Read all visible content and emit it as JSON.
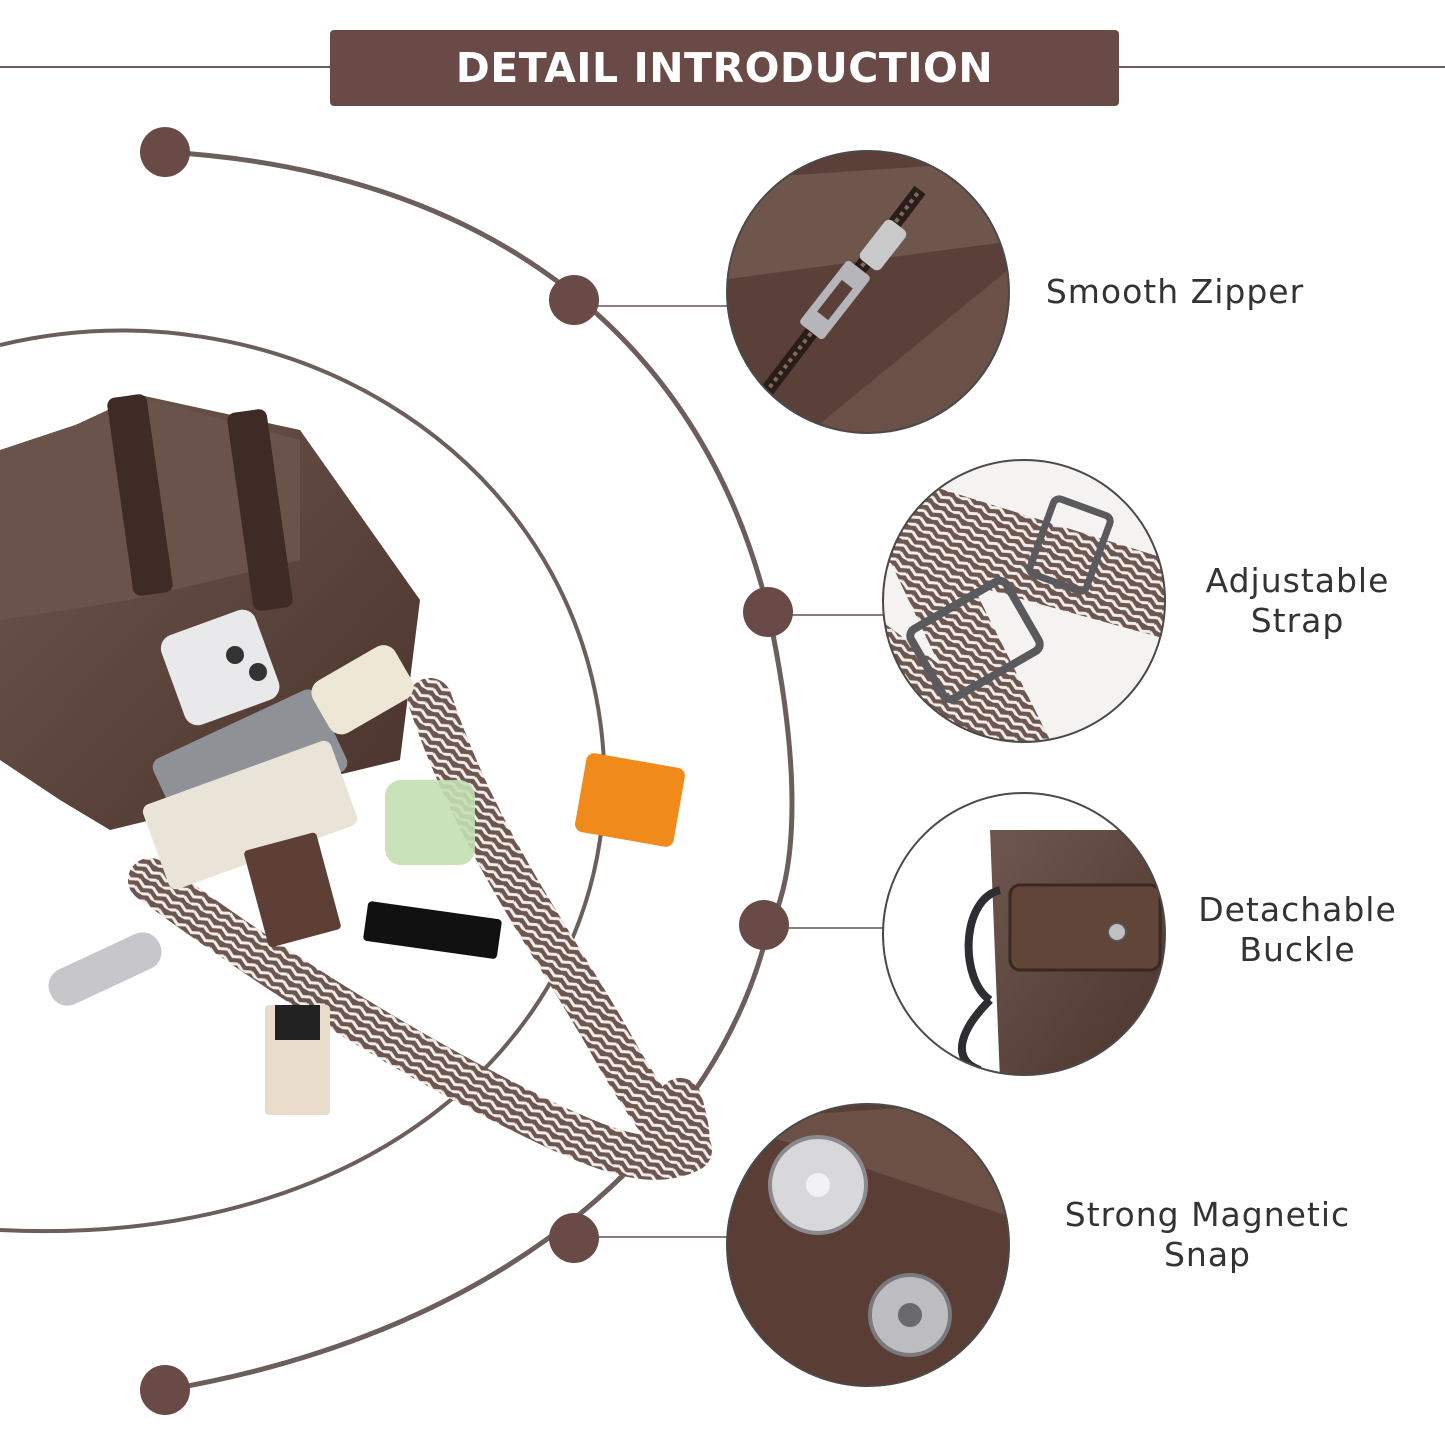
{
  "header": {
    "title": "DETAIL INTRODUCTION"
  },
  "features": [
    {
      "lines": [
        "Smooth Zipper"
      ],
      "icon": "zipper-closeup"
    },
    {
      "lines": [
        "Adjustable",
        "Strap"
      ],
      "icon": "strap-buckle-closeup"
    },
    {
      "lines": [
        "Detachable",
        "Buckle"
      ],
      "icon": "clip-hook-closeup"
    },
    {
      "lines": [
        "Strong Magnetic",
        "Snap"
      ],
      "icon": "magnetic-snap-closeup"
    }
  ],
  "product_illustration": {
    "subject": "brown-leather-crossbody-bag",
    "strap_pattern": "chevron"
  },
  "colors": {
    "accent": "#6a4a47",
    "dot": "#6a4a47",
    "leather": "#5a4038",
    "text": "#333333"
  }
}
